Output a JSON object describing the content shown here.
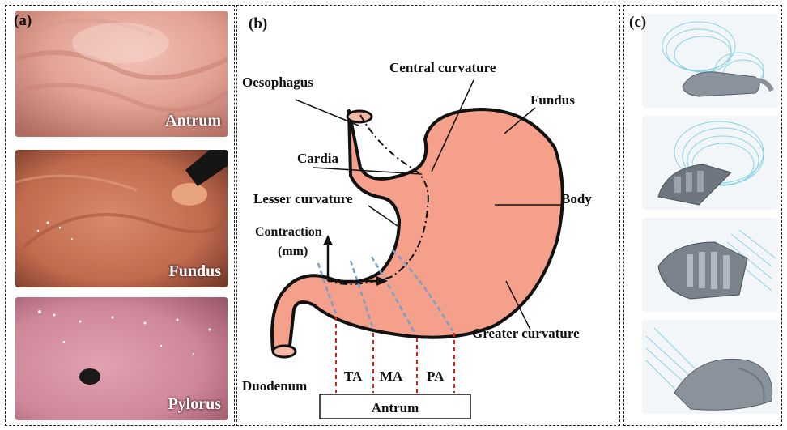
{
  "panel_a": {
    "label": "(a)",
    "photos": [
      {
        "caption": "Antrum"
      },
      {
        "caption": "Fundus"
      },
      {
        "caption": "Pylorus"
      }
    ]
  },
  "panel_b": {
    "label": "(b)",
    "labels": {
      "oesophagus": "Oesophagus",
      "central_curvature": "Central curvature",
      "fundus": "Fundus",
      "cardia": "Cardia",
      "lesser_curvature": "Lesser curvature",
      "body": "Body",
      "contraction_line1": "Contraction",
      "contraction_line2": "(mm)",
      "greater_curvature": "Greater curvature",
      "duodenum": "Duodenum",
      "ta": "TA",
      "ma": "MA",
      "pa": "PA",
      "antrum": "Antrum"
    },
    "colors": {
      "stomach_fill": "#f4a08a",
      "stomach_outline": "#111111",
      "section_lines": "#7aa0c8",
      "dashed_drops": "#d62020"
    }
  },
  "panel_c": {
    "label": "(c)",
    "thumbnails": [
      {
        "icon": "soft-robot-tube-icon"
      },
      {
        "icon": "soft-robot-ribbed-icon"
      },
      {
        "icon": "soft-robot-cutaway-icon"
      },
      {
        "icon": "soft-robot-shell-icon"
      }
    ],
    "colors": {
      "field_lines": "#59c3e0",
      "model": "#8a929c"
    }
  }
}
